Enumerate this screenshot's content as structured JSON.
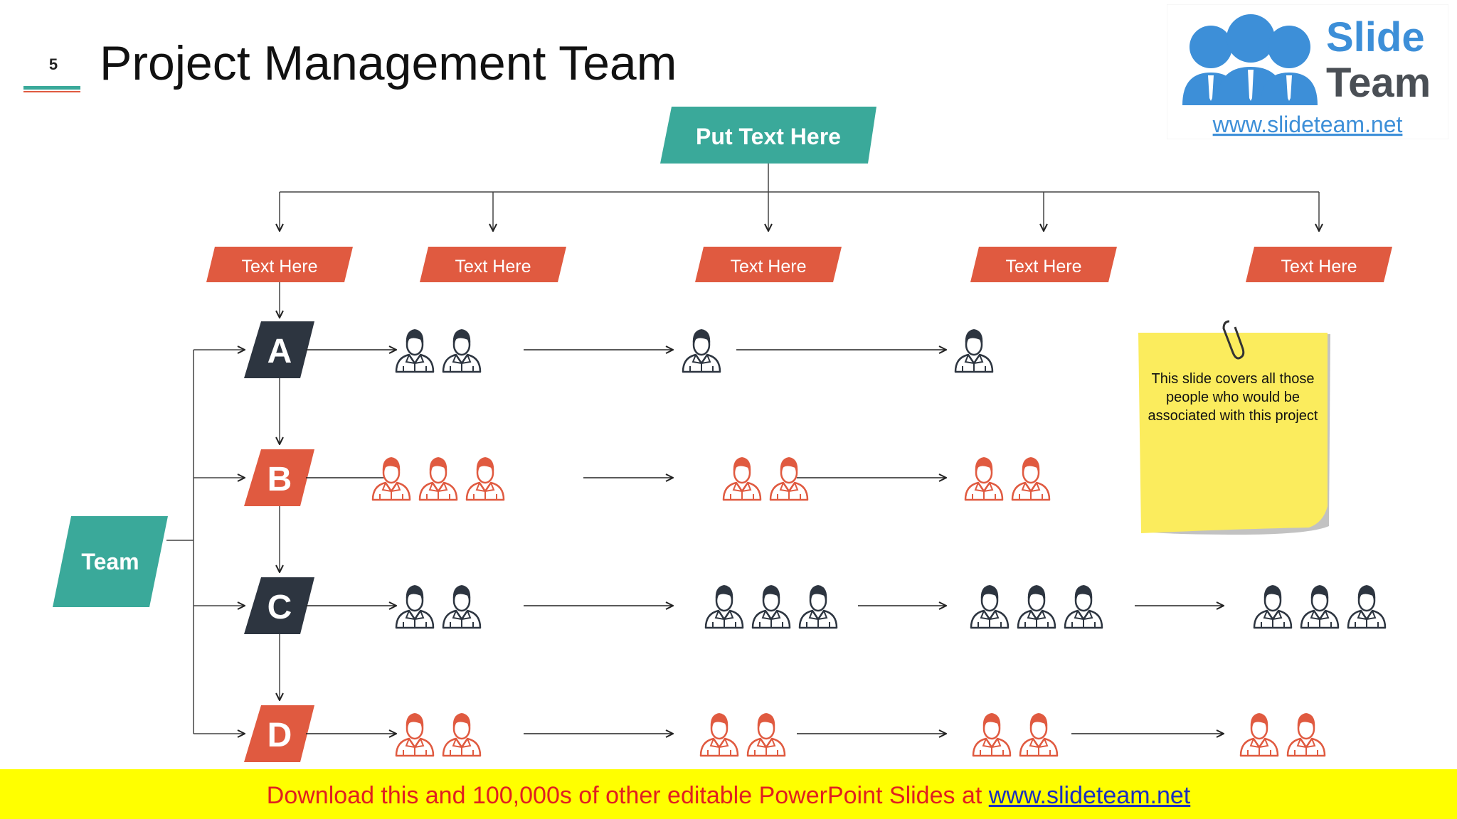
{
  "slide_number": "5",
  "title": "Project Management Team",
  "logo": {
    "word1": "Slide",
    "word2": "Team",
    "url": "www.slideteam.net"
  },
  "top_box": "Put Text Here",
  "column_headers": [
    "Text Here",
    "Text Here",
    "Text Here",
    "Text Here",
    "Text Here"
  ],
  "team_label": "Team",
  "rows": [
    {
      "label": "A",
      "color": "#2d3540",
      "groups": [
        2,
        1,
        1,
        0
      ]
    },
    {
      "label": "B",
      "color": "#e05a40",
      "groups": [
        3,
        2,
        2,
        0
      ]
    },
    {
      "label": "C",
      "color": "#2d3540",
      "groups": [
        2,
        3,
        3,
        3
      ]
    },
    {
      "label": "D",
      "color": "#e05a40",
      "groups": [
        2,
        2,
        2,
        2
      ]
    }
  ],
  "sticky_note": "This slide covers all those people who would be associated with this project",
  "colors": {
    "teal": "#3aa99a",
    "orange": "#e05a40",
    "dark": "#2d3540",
    "note": "#fbec5d",
    "banner": "#ffff00"
  },
  "banner": {
    "text": "Download this and 100,000s of other editable PowerPoint Slides at ",
    "link": "www.slideteam.net"
  }
}
